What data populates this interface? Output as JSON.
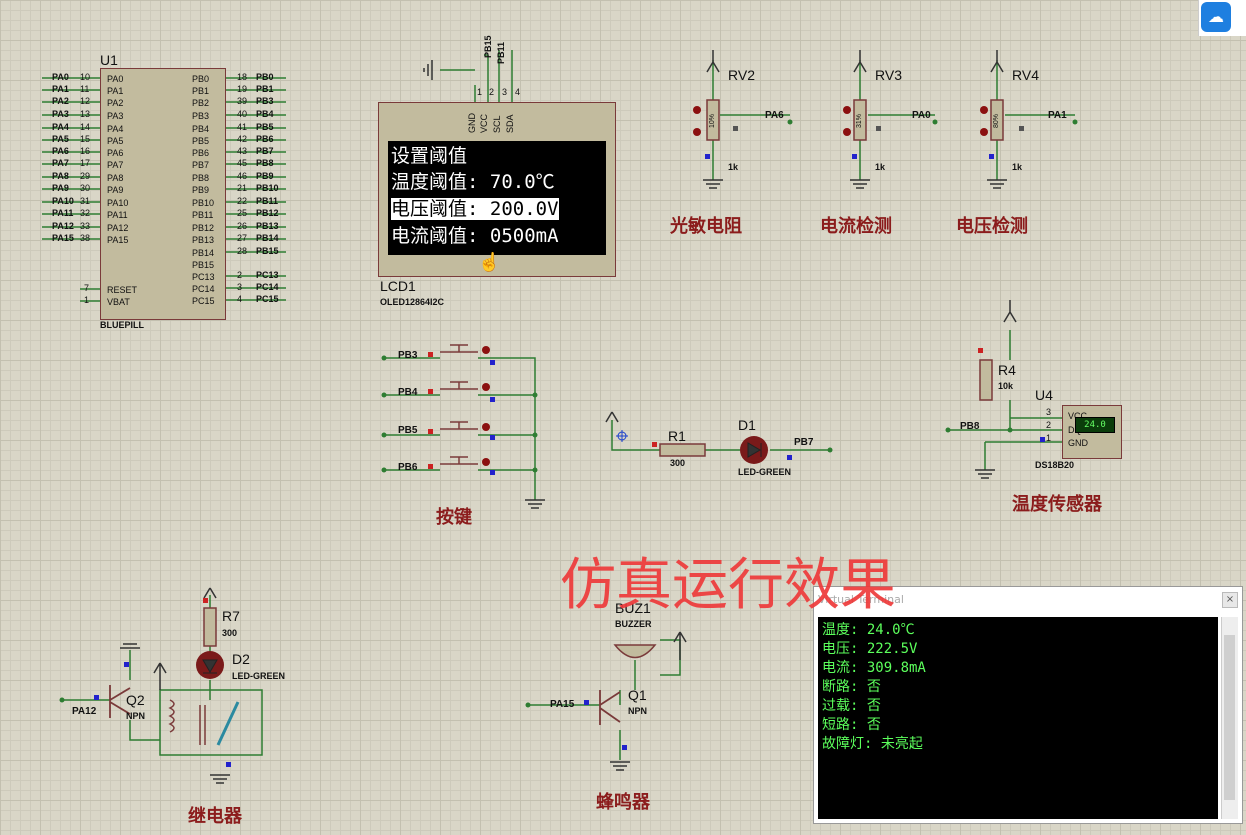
{
  "app": {
    "title": "Proteus ISIS - Schematic Capture"
  },
  "overlay_text": "仿真运行效果",
  "mcu": {
    "ref": "U1",
    "part": "BLUEPILL",
    "left_pins": [
      {
        "net": "PA0",
        "num": "10",
        "name": "PA0"
      },
      {
        "net": "PA1",
        "num": "11",
        "name": "PA1"
      },
      {
        "net": "PA2",
        "num": "12",
        "name": "PA2"
      },
      {
        "net": "PA3",
        "num": "13",
        "name": "PA3"
      },
      {
        "net": "PA4",
        "num": "14",
        "name": "PA4"
      },
      {
        "net": "PA5",
        "num": "15",
        "name": "PA5"
      },
      {
        "net": "PA6",
        "num": "16",
        "name": "PA6"
      },
      {
        "net": "PA7",
        "num": "17",
        "name": "PA7"
      },
      {
        "net": "PA8",
        "num": "29",
        "name": "PA8"
      },
      {
        "net": "PA9",
        "num": "30",
        "name": "PA9"
      },
      {
        "net": "PA10",
        "num": "31",
        "name": "PA10"
      },
      {
        "net": "PA11",
        "num": "32",
        "name": "PA11"
      },
      {
        "net": "PA12",
        "num": "33",
        "name": "PA12"
      },
      {
        "net": "PA15",
        "num": "38",
        "name": "PA15"
      }
    ],
    "reset_pins": [
      {
        "num": "7",
        "name": "RESET"
      },
      {
        "num": "1",
        "name": "VBAT"
      }
    ],
    "right_pins": [
      {
        "net": "PB0",
        "num": "18",
        "name": "PB0"
      },
      {
        "net": "PB1",
        "num": "19",
        "name": "PB1"
      },
      {
        "net": "PB3",
        "num": "39",
        "name": "PB2"
      },
      {
        "net": "PB4",
        "num": "40",
        "name": "PB3"
      },
      {
        "net": "PB5",
        "num": "41",
        "name": "PB4"
      },
      {
        "net": "PB6",
        "num": "42",
        "name": "PB5"
      },
      {
        "net": "PB7",
        "num": "43",
        "name": "PB6"
      },
      {
        "net": "PB8",
        "num": "45",
        "name": "PB7"
      },
      {
        "net": "PB9",
        "num": "46",
        "name": "PB8"
      },
      {
        "net": "PB10",
        "num": "21",
        "name": "PB9"
      },
      {
        "net": "PB11",
        "num": "22",
        "name": "PB10"
      },
      {
        "net": "PB12",
        "num": "25",
        "name": "PB11"
      },
      {
        "net": "PB13",
        "num": "26",
        "name": "PB12"
      },
      {
        "net": "PB14",
        "num": "27",
        "name": "PB13"
      },
      {
        "net": "PB15",
        "num": "28",
        "name": "PB14"
      },
      {
        "net": "",
        "num": "",
        "name": "PB15"
      }
    ],
    "pc_pins": [
      {
        "net": "PC13",
        "num": "2",
        "name": "PC13"
      },
      {
        "net": "PC14",
        "num": "3",
        "name": "PC14"
      },
      {
        "net": "PC15",
        "num": "4",
        "name": "PC15"
      }
    ]
  },
  "lcd": {
    "ref": "LCD1",
    "part": "OLED12864I2C",
    "pins": [
      {
        "num": "1",
        "name": "GND"
      },
      {
        "num": "2",
        "name": "VCC"
      },
      {
        "num": "3",
        "name": "SCL"
      },
      {
        "num": "4",
        "name": "SDA"
      }
    ],
    "nets": [
      "PB15",
      "PB11"
    ],
    "screen": [
      {
        "text": "  设置阈值",
        "selected": false
      },
      {
        "text": "温度阈值: 70.0℃",
        "selected": false
      },
      {
        "text": "电压阈值: 200.0V",
        "selected": true
      },
      {
        "text": "电流阈值: 0500mA",
        "selected": false
      }
    ]
  },
  "pots": [
    {
      "ref": "RV2",
      "value": "1k",
      "pct": "10%",
      "net": "PA6",
      "caption": "光敏电阻"
    },
    {
      "ref": "RV3",
      "value": "1k",
      "pct": "31%",
      "net": "PA0",
      "caption": "电流检测"
    },
    {
      "ref": "RV4",
      "value": "1k",
      "pct": "80%",
      "net": "PA1",
      "caption": "电压检测"
    }
  ],
  "buttons": {
    "nets": [
      "PB3",
      "PB4",
      "PB5",
      "PB6"
    ],
    "caption": "按键"
  },
  "led1": {
    "r_ref": "R1",
    "r_value": "300",
    "d_ref": "D1",
    "d_part": "LED-GREEN",
    "net": "PB7"
  },
  "ds18b20": {
    "r_ref": "R4",
    "r_value": "10k",
    "ref": "U4",
    "part": "DS18B20",
    "reading": "24.0",
    "pins": [
      {
        "num": "3",
        "name": "VCC"
      },
      {
        "num": "2",
        "name": "DQ"
      },
      {
        "num": "1",
        "name": "GND"
      }
    ],
    "net": "PB8",
    "caption": "温度传感器"
  },
  "relay": {
    "r_ref": "R7",
    "r_value": "300",
    "d_ref": "D2",
    "d_part": "LED-GREEN",
    "q_ref": "Q2",
    "q_type": "NPN",
    "net": "PA12",
    "caption": "继电器"
  },
  "buzzer": {
    "ref": "BUZ1",
    "part": "BUZZER",
    "q_ref": "Q1",
    "q_type": "NPN",
    "net": "PA15",
    "caption": "蜂鸣器"
  },
  "terminal": {
    "title": "Virtual Terminal",
    "close_label": "×",
    "lines": [
      "温度: 24.0℃",
      "电压: 222.5V",
      "电流: 309.8mA",
      "断路: 否",
      "过载: 否",
      "短路: 否",
      "故障灯: 未亮起"
    ]
  },
  "colors": {
    "grid_bg": "#d9d6c7",
    "wire": "#2e7d32",
    "component": "#7a3a3a",
    "caption": "#8b1c1c",
    "overlay": "#ee3a3a",
    "terminal_text": "#5cff5c"
  }
}
